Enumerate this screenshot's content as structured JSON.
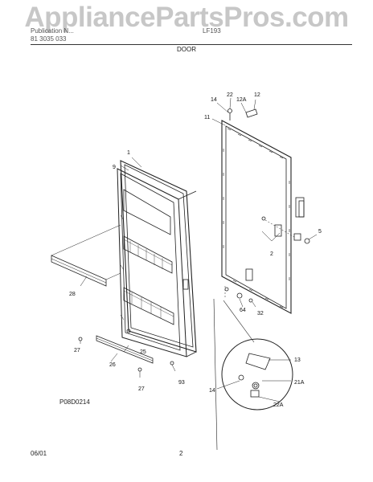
{
  "watermark": "AppliancePartsPros.com",
  "header": {
    "left_line1": "Publication N...",
    "left_line2": "81 3035 033",
    "model": "LF193",
    "section": "DOOR"
  },
  "diagram": {
    "callouts": [
      {
        "id": "p1",
        "text": "1"
      },
      {
        "id": "p9",
        "text": "9"
      },
      {
        "id": "p11",
        "text": "11"
      },
      {
        "id": "p14a",
        "text": "14"
      },
      {
        "id": "p22a",
        "text": "22"
      },
      {
        "id": "p12a",
        "text": "12A"
      },
      {
        "id": "p12",
        "text": "12"
      },
      {
        "id": "p5",
        "text": "5"
      },
      {
        "id": "p2",
        "text": "2"
      },
      {
        "id": "p28",
        "text": "28"
      },
      {
        "id": "p64",
        "text": "64"
      },
      {
        "id": "p32",
        "text": "32"
      },
      {
        "id": "p27a",
        "text": "27"
      },
      {
        "id": "p25",
        "text": "25"
      },
      {
        "id": "p26",
        "text": "26"
      },
      {
        "id": "p27b",
        "text": "27"
      },
      {
        "id": "p93",
        "text": "93"
      },
      {
        "id": "p13",
        "text": "13"
      },
      {
        "id": "p21a",
        "text": "21A"
      },
      {
        "id": "p14b",
        "text": "14"
      },
      {
        "id": "p22b",
        "text": "22A"
      }
    ],
    "drawing_code": "P08D0214"
  },
  "footer": {
    "date": "06/01",
    "page": "2"
  }
}
